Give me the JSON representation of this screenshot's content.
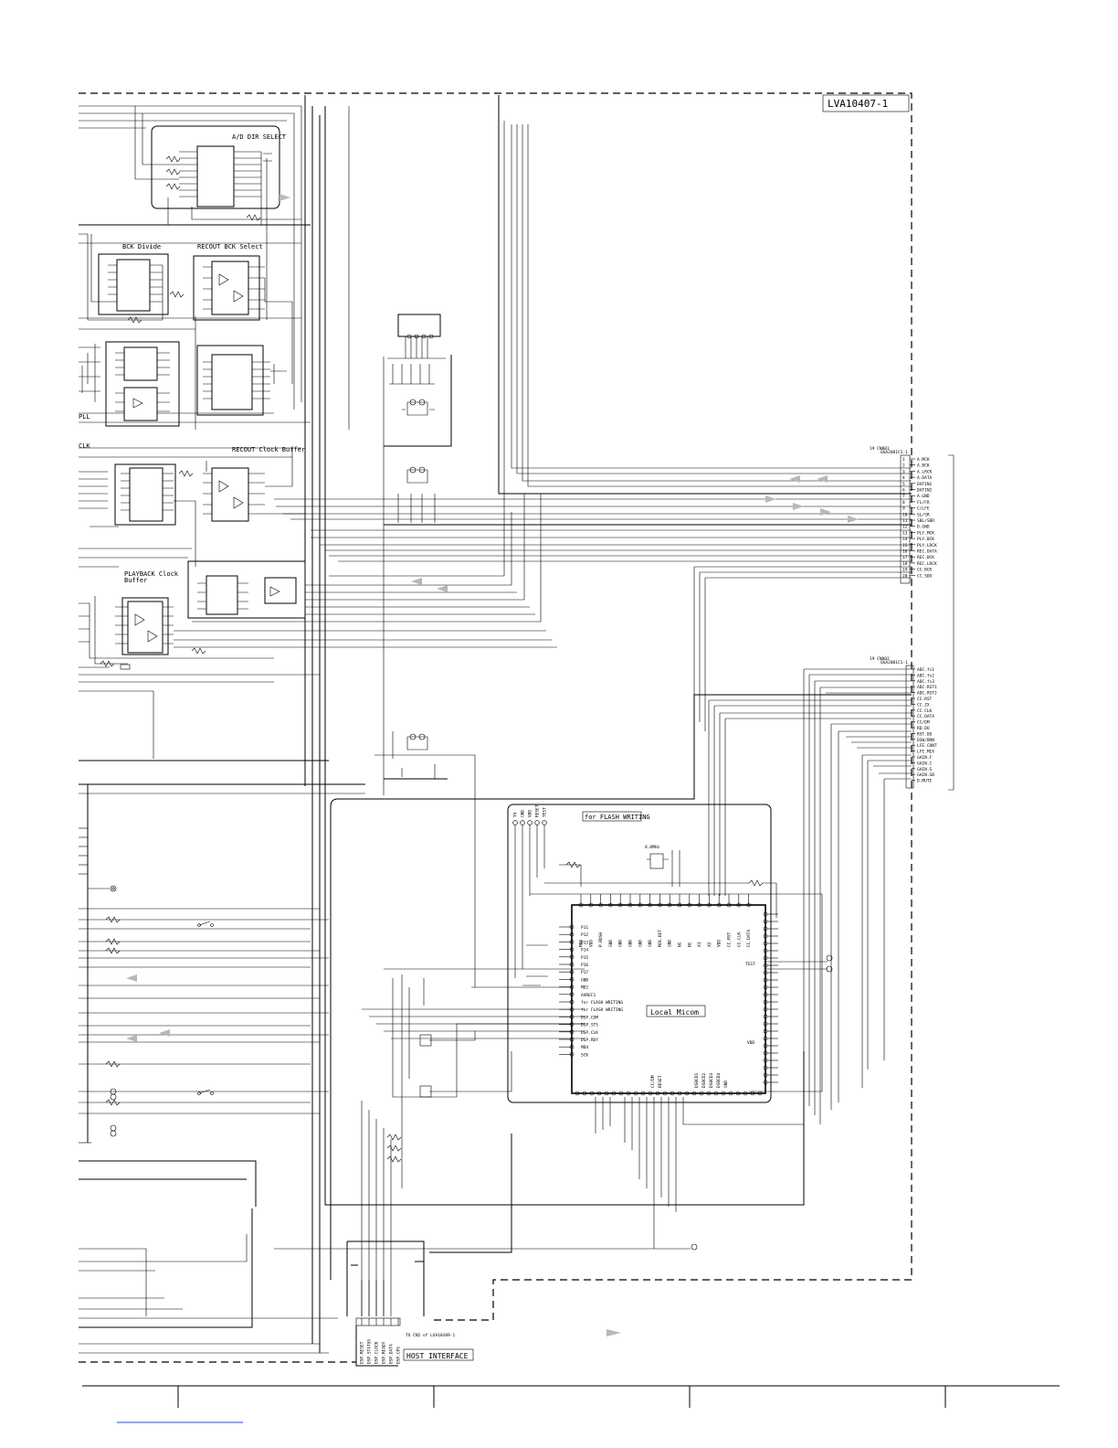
{
  "board_label": "LVA10407-1",
  "blocks": {
    "ad_dir_select": "A/D DIR SELECT",
    "bck_divide": "BCK Divide",
    "recout_bck_select": "RECOUT BCK Select",
    "pll": "PLL",
    "recout_clock_buffer": "RECOUT Clock Buffer",
    "playback_clock_buffer_1": "PLAYBACK Clock",
    "playback_clock_buffer_2": "Buffer",
    "clk": "CLK",
    "local_micom": "Local Micom",
    "flash_writing": "for FLASH WRITING",
    "host_interface": "HOST INTERFACE",
    "to_cn_note": "TO CN2 of LVA10389-1"
  },
  "connector_top": {
    "title": "19 CN801",
    "part": "QGA2001C1-1",
    "pins": [
      "A.MCK",
      "A.BCK",
      "A.LRCK",
      "A.DATA",
      "DATIN1",
      "DATIN2",
      "A.GND",
      "FL/FR",
      "C/LFE",
      "SL/SR",
      "SBL/SBR",
      "D.GND",
      "PLY.MCK",
      "PLY.BCK",
      "PLY.LRCK",
      "REC.DATA",
      "REC.BCK",
      "REC.LRCK",
      "CC.BCK",
      "CC.SDO"
    ]
  },
  "connector_bottom": {
    "title": "19 CN802",
    "part": "QGA2001C1-1",
    "pins": [
      "ADC.fs1",
      "ADC.fs2",
      "ADC.fs3",
      "ADC.RST1",
      "ADC.RST2",
      "CC.RST",
      "CC.ZX",
      "CC.CLK",
      "CC.DATA",
      "CC/DM",
      "RD.DO",
      "RST.DO",
      "DSW/BRN",
      "LFE.CONT",
      "LFE.MIX",
      "GAIN.F",
      "GAIN.C",
      "GAIN.S",
      "GAIN.SB",
      "D.MUTE"
    ]
  },
  "host_pins": [
    "DSP.RESET",
    "DSP.STATUS",
    "DSP.CLOCK",
    "DSP.READY",
    "DSP.DATA",
    "DSP.CPS"
  ],
  "micom_left_pins": [
    "P11",
    "P12",
    "P13",
    "P14",
    "P15",
    "P16",
    "P17",
    "GND",
    "MD2",
    "AVREF1",
    "for FLASH WRITING",
    "for FLASH WRITING",
    "DSP.COM",
    "DSP.STS",
    "DSP.CLK",
    "DSP.RDY",
    "MD4",
    "SCK"
  ],
  "micom_top_pins": [
    "MD0",
    "VDD",
    "P.RDSH",
    "GND",
    "GND",
    "GND",
    "GND",
    "GND",
    "MCK.DET",
    "GND",
    "NC",
    "NC",
    "X1",
    "X2",
    "VDD",
    "CC.RST",
    "CC.CLK",
    "CC.DATA"
  ],
  "micom_bottom_pins": [
    "CC/DM",
    "RESET",
    "DSBCD1",
    "DSBCD2",
    "DSBCD3",
    "DSBCD4",
    "GND"
  ],
  "micom_right_labels": [
    "TEST",
    "VDD"
  ],
  "flash_header_pins": [
    "TX",
    "GND",
    "VDD",
    "RESET",
    "TEST"
  ],
  "crystal_label": "8.0MHz",
  "arrow_color": "#b8b8b8"
}
